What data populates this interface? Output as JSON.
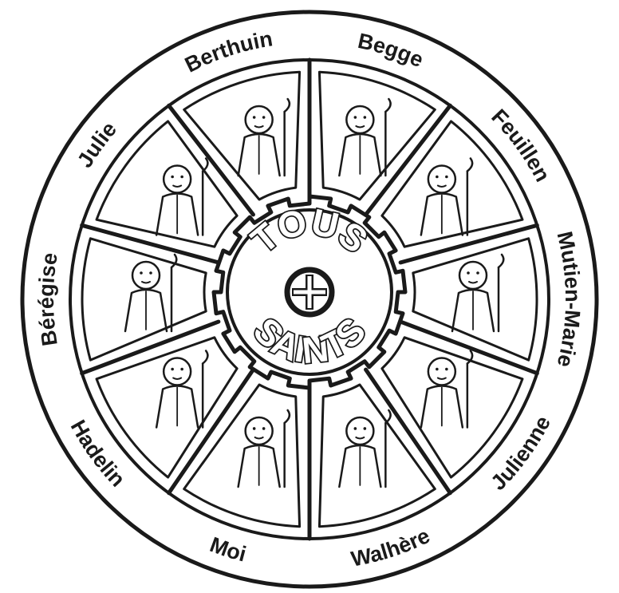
{
  "center": {
    "top_word": "TOUS",
    "bottom_word": "SAINTS"
  },
  "saints": [
    {
      "name": "Begge"
    },
    {
      "name": "Feuillen"
    },
    {
      "name": "Mutien-Marie"
    },
    {
      "name": "Julienne"
    },
    {
      "name": "Walhère"
    },
    {
      "name": "Moi"
    },
    {
      "name": "Hadelin"
    },
    {
      "name": "Bérégise"
    },
    {
      "name": "Julie"
    },
    {
      "name": "Berthuin"
    }
  ],
  "colors": {
    "ink": "#1a1a1a",
    "paper": "#ffffff",
    "panel_fill": "#ffffff"
  },
  "icons": {
    "center_emblem": "cross-in-circle-icon"
  }
}
